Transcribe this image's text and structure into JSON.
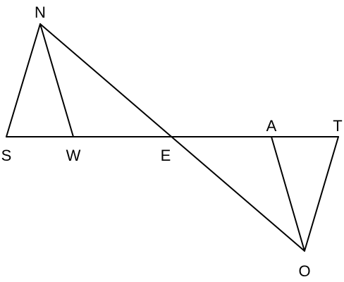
{
  "figure": {
    "stroke_color": "#000000",
    "background_color": "#ffffff",
    "points": [
      {
        "id": "N",
        "label": "N"
      },
      {
        "id": "S",
        "label": "S"
      },
      {
        "id": "W",
        "label": "W"
      },
      {
        "id": "E",
        "label": "E"
      },
      {
        "id": "A",
        "label": "A"
      },
      {
        "id": "T",
        "label": "T"
      },
      {
        "id": "O",
        "label": "O"
      }
    ],
    "segments": [
      {
        "id": "NS",
        "from": "N",
        "to": "S"
      },
      {
        "id": "NW",
        "from": "N",
        "to": "W"
      },
      {
        "id": "NO",
        "from": "N",
        "to": "O"
      },
      {
        "id": "ST",
        "from": "S",
        "to": "T"
      },
      {
        "id": "AO",
        "from": "A",
        "to": "O"
      },
      {
        "id": "TO",
        "from": "T",
        "to": "O"
      }
    ]
  }
}
